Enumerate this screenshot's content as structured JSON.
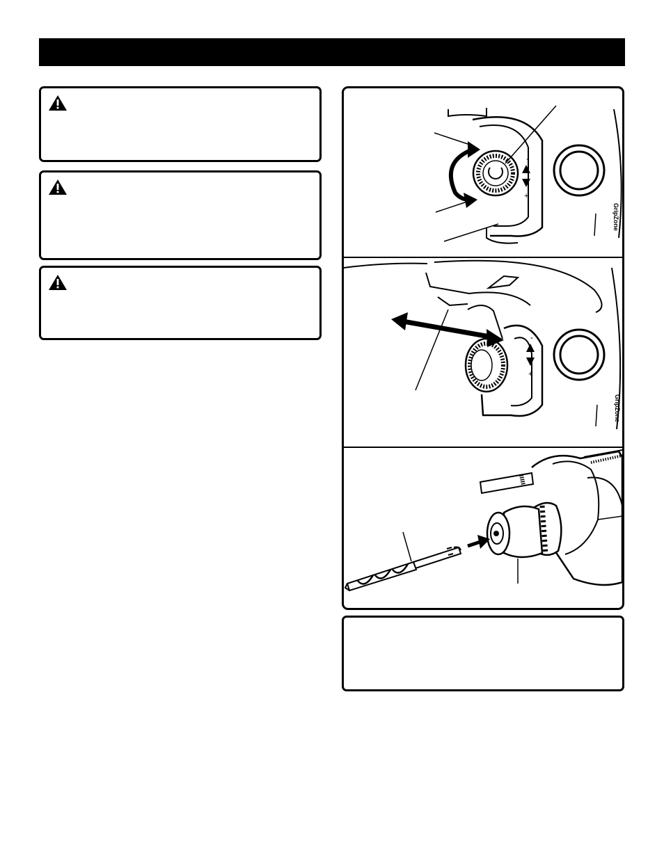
{
  "header": {
    "title": ""
  },
  "warnings": [
    {
      "icon": "warning-triangle-icon",
      "text": ""
    },
    {
      "icon": "warning-triangle-icon",
      "text": ""
    },
    {
      "icon": "warning-triangle-icon",
      "text": ""
    }
  ],
  "body": {
    "text": ""
  },
  "figures": [
    {
      "id": "fig-selector-rotate",
      "brand_mark": "GripZone"
    },
    {
      "id": "fig-selector-slide",
      "brand_mark": "GripZone"
    },
    {
      "id": "fig-bit-insert"
    }
  ],
  "note": {
    "text": ""
  }
}
